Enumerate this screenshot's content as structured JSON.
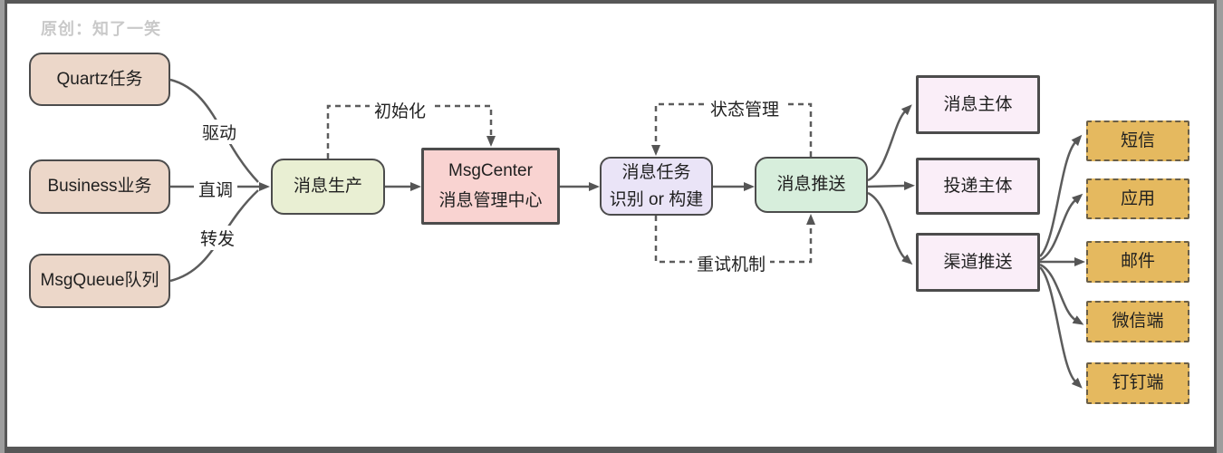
{
  "watermark": "原创：知了一笑",
  "nodes": {
    "quartz": {
      "label": "Quartz任务"
    },
    "business": {
      "label": "Business业务"
    },
    "msgqueue": {
      "label": "MsgQueue队列"
    },
    "produce": {
      "label": "消息生产"
    },
    "msgcenter": {
      "line1": "MsgCenter",
      "line2": "消息管理中心"
    },
    "task": {
      "line1": "消息任务",
      "line2": "识别 or 构建"
    },
    "push": {
      "label": "消息推送"
    },
    "subject": {
      "label": "消息主体"
    },
    "delivery": {
      "label": "投递主体"
    },
    "channel": {
      "label": "渠道推送"
    },
    "sms": {
      "label": "短信"
    },
    "app": {
      "label": "应用"
    },
    "mail": {
      "label": "邮件"
    },
    "wechat": {
      "label": "微信端"
    },
    "dingtalk": {
      "label": "钉钉端"
    }
  },
  "edge_labels": {
    "drive": "驱动",
    "direct_call": "直调",
    "forward": "转发",
    "init": "初始化",
    "status_mgmt": "状态管理",
    "retry": "重试机制"
  },
  "colors": {
    "source_fill": "#ecd7c9",
    "produce_fill": "#e9efd3",
    "center_fill": "#f9d3d1",
    "task_fill": "#eae4f7",
    "push_fill": "#d7eedc",
    "stage_fill": "#faeef8",
    "channel_fill": "#e5b95f",
    "line": "#5c5c5c",
    "border": "#4c4c4c",
    "watermark_text": "#c9c9c9",
    "frame_outer": "#9d9d9d",
    "frame_border": "#575757"
  }
}
